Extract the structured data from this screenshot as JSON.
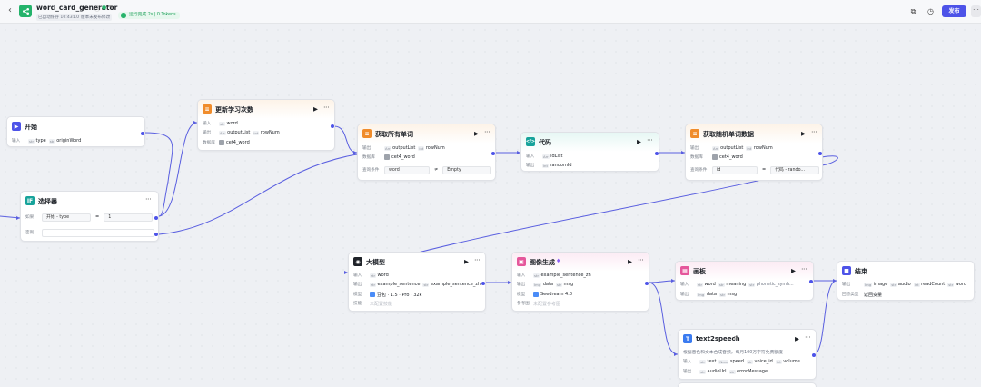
{
  "topbar": {
    "back_icon": "‹",
    "app_name": "word_card_generator",
    "saved_at": "已自动保存 10:43:10",
    "version_status": "版本未发布修改",
    "run_status": "运行完成 2s | 0 Tokens",
    "publish_label": "发布",
    "more_label": "···"
  },
  "colors": {
    "accent": "#4d53e8",
    "edge": "#5a5fe0",
    "success": "#27b36a"
  },
  "nodes": {
    "start": {
      "title": "开始",
      "icon": "flag-icon",
      "input_label": "输入",
      "params": [
        {
          "type": "str",
          "name": "type"
        },
        {
          "type": "str",
          "name": "originWord"
        }
      ]
    },
    "selector": {
      "title": "选择器",
      "icon": "if-icon",
      "if_label": "如果",
      "left": "开始 - type",
      "op": "=",
      "right": "1",
      "else_label": "否则"
    },
    "update": {
      "title": "更新学习次数",
      "icon": "database-icon",
      "input_label": "输入",
      "input": "word",
      "output_label": "输出",
      "outputs": [
        {
          "type": "Arr",
          "name": "outputList"
        },
        {
          "type": "int",
          "name": "rowNum"
        }
      ],
      "db_label": "数据库",
      "db": "cet4_word"
    },
    "get_all": {
      "title": "获取所有单词",
      "icon": "database-icon",
      "output_label": "输出",
      "outputs": [
        {
          "type": "Arr",
          "name": "outputList"
        },
        {
          "type": "int",
          "name": "rowNum"
        }
      ],
      "db_label": "数据库",
      "db": "cet4_word",
      "cond_label": "查询条件",
      "cond_left": "word",
      "cond_op": "≠",
      "cond_right": "Empty"
    },
    "code": {
      "title": "代码",
      "icon": "code-icon",
      "input_label": "输入",
      "input": "idList",
      "output_label": "输出",
      "output": "randomId"
    },
    "get_random": {
      "title": "获取随机单词数据",
      "icon": "database-icon",
      "output_label": "输出",
      "outputs": [
        {
          "type": "Arr",
          "name": "outputList"
        },
        {
          "type": "int",
          "name": "rowNum"
        }
      ],
      "db_label": "数据库",
      "db": "cet4_word",
      "cond_label": "查询条件",
      "cond_left": "id",
      "cond_op": "=",
      "cond_right": "代码 - rando..."
    },
    "llm": {
      "title": "大模型",
      "icon": "llm-icon",
      "input_label": "输入",
      "input": "word",
      "output_label": "输出",
      "outputs": [
        {
          "type": "str",
          "name": "example_sentence"
        },
        {
          "type": "str",
          "name": "example_sentence_zh"
        }
      ],
      "model_label": "模型",
      "model": "豆包 · 1.5 · Pro · 32k",
      "skill_label": "技能",
      "skill": "未配置技能"
    },
    "image": {
      "title": "图像生成",
      "icon": "image-icon",
      "input_label": "输入",
      "input": "example_sentence_zh",
      "output_label": "输出",
      "outputs": [
        {
          "type": "Img",
          "name": "data"
        },
        {
          "type": "str",
          "name": "msg"
        }
      ],
      "model_label": "模型",
      "model": "Seedream 4.0",
      "ref_label": "参考图",
      "ref": "未配置参考图"
    },
    "canvas_node": {
      "title": "画板",
      "icon": "canvas-icon",
      "input_label": "输入",
      "inputs": [
        {
          "type": "str",
          "name": "word"
        },
        {
          "type": "str",
          "name": "meaning"
        },
        {
          "type": "str",
          "name": "phonetic_symb..."
        }
      ],
      "output_label": "输出",
      "outputs": [
        {
          "type": "Img",
          "name": "data"
        },
        {
          "type": "str",
          "name": "msg"
        }
      ]
    },
    "tts": {
      "title": "text2speech",
      "icon": "plugin-icon",
      "desc": "根据音色和文本合成音频，每月100万字符免费额度",
      "input_label": "输入",
      "inputs": [
        {
          "type": "str",
          "name": "text"
        },
        {
          "type": "Num",
          "name": "speed"
        },
        {
          "type": "str",
          "name": "voice_id"
        },
        {
          "type": "int",
          "name": "volume"
        }
      ],
      "output_label": "输出",
      "outputs": [
        {
          "type": "str",
          "name": "audioUrl"
        },
        {
          "type": "str",
          "name": "errorMessage"
        }
      ]
    },
    "end": {
      "title": "结束",
      "icon": "end-icon",
      "output_label": "输出",
      "outputs": [
        {
          "type": "Img",
          "name": "image"
        },
        {
          "type": "str",
          "name": "audio"
        },
        {
          "type": "int",
          "name": "readCount"
        },
        {
          "type": "str",
          "name": "word"
        }
      ],
      "mode_label": "回答类型",
      "mode": "返回变量"
    }
  }
}
